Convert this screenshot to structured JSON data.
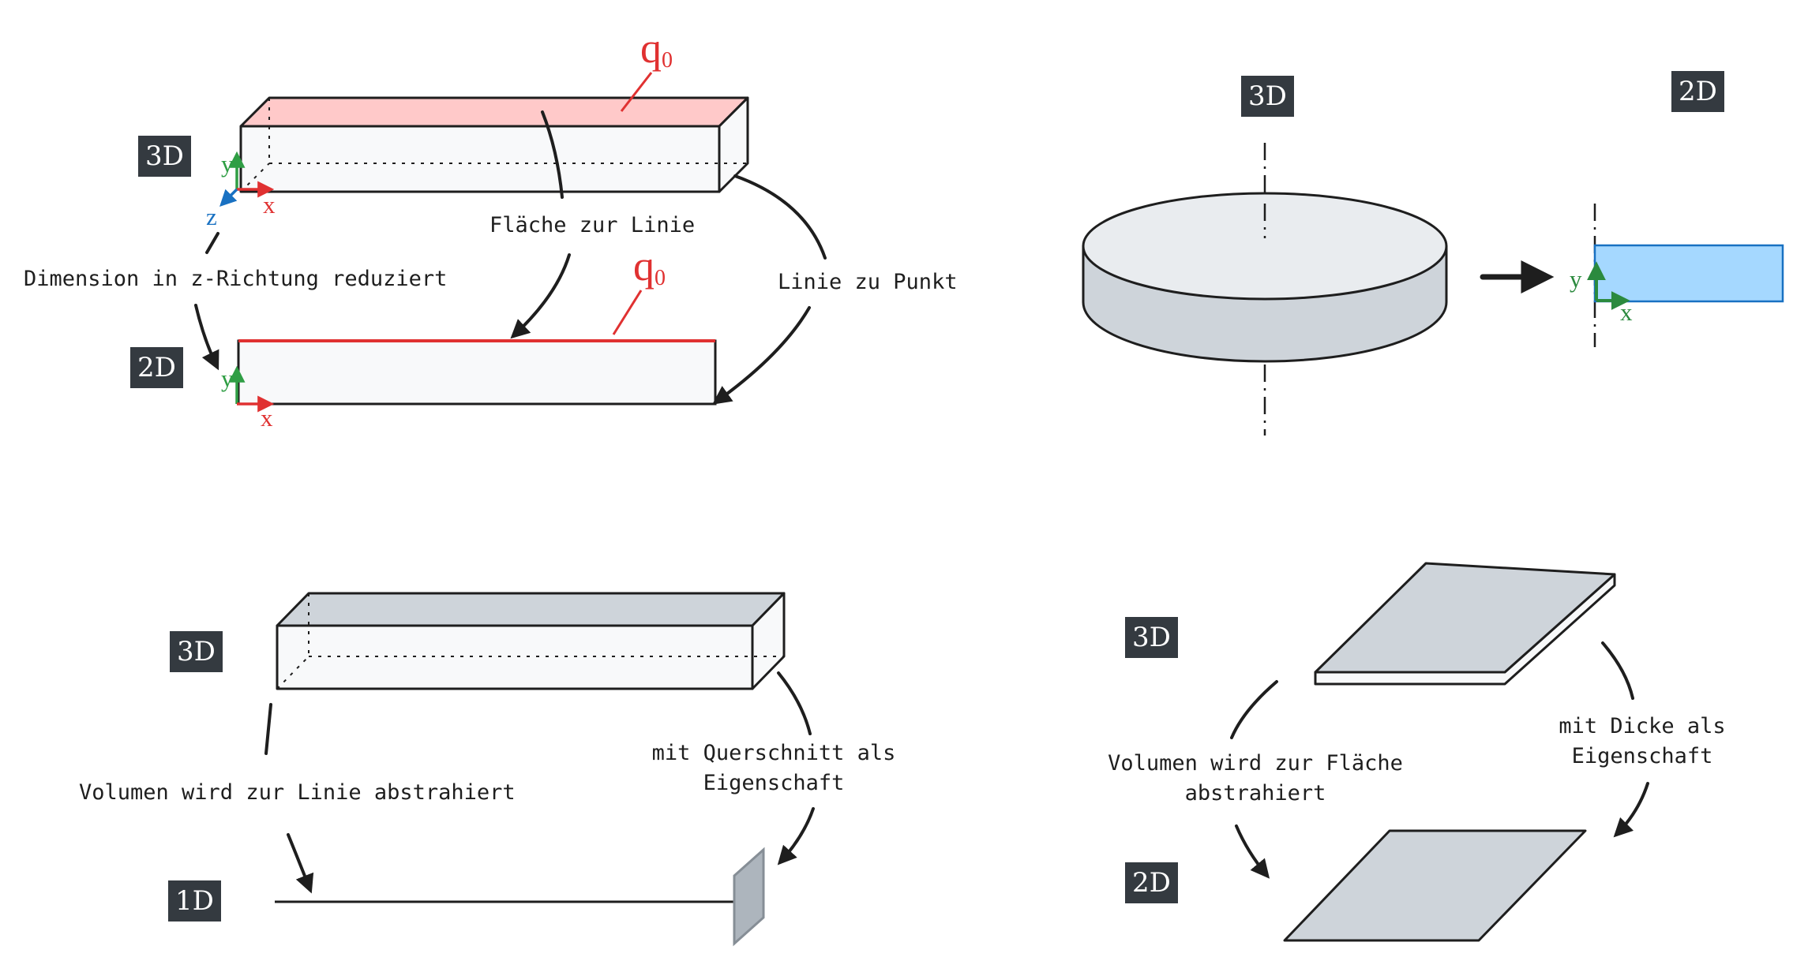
{
  "colors": {
    "stroke": "#1e1e1e",
    "load_red": "#e03131",
    "top_face_pink": "#ffc9c9",
    "face_light": "#f8f9fa",
    "face_gray": "#ced4da",
    "face_blue": "#a5d8ff",
    "badge_bg": "#343a40",
    "axis_x": "#e03131",
    "axis_y": "#2f9e44",
    "axis_z": "#1971c2",
    "axis_green_dark": "#2b8a3e"
  },
  "panel_beam_2d": {
    "badge_3d": "3D",
    "badge_2d": "2D",
    "load_top": {
      "main": "q",
      "sub": "0"
    },
    "load_bottom": {
      "main": "q",
      "sub": "0"
    },
    "axis_labels_3d": {
      "y": "y",
      "x": "x",
      "z": "z"
    },
    "axis_labels_2d": {
      "y": "y",
      "x": "x"
    },
    "label_surface_to_line": "Fläche zur Linie",
    "label_dimension_reduced": "Dimension in z-Richtung reduziert",
    "label_line_to_point": "Linie zu Punkt"
  },
  "panel_disc": {
    "badge_3d": "3D",
    "badge_2d": "2D",
    "axis_labels": {
      "y": "y",
      "x": "x"
    }
  },
  "panel_beam_1d": {
    "badge_3d": "3D",
    "badge_1d": "1D",
    "label_volume_to_line": "Volumen wird zur Linie abstrahiert",
    "label_cross_section_line1": "mit Querschnitt als",
    "label_cross_section_line2": "Eigenschaft"
  },
  "panel_plate": {
    "badge_3d": "3D",
    "badge_2d": "2D",
    "label_volume_to_surface_line1": "Volumen wird zur Fläche",
    "label_volume_to_surface_line2": "abstrahiert",
    "label_thickness_line1": "mit Dicke als",
    "label_thickness_line2": "Eigenschaft"
  }
}
